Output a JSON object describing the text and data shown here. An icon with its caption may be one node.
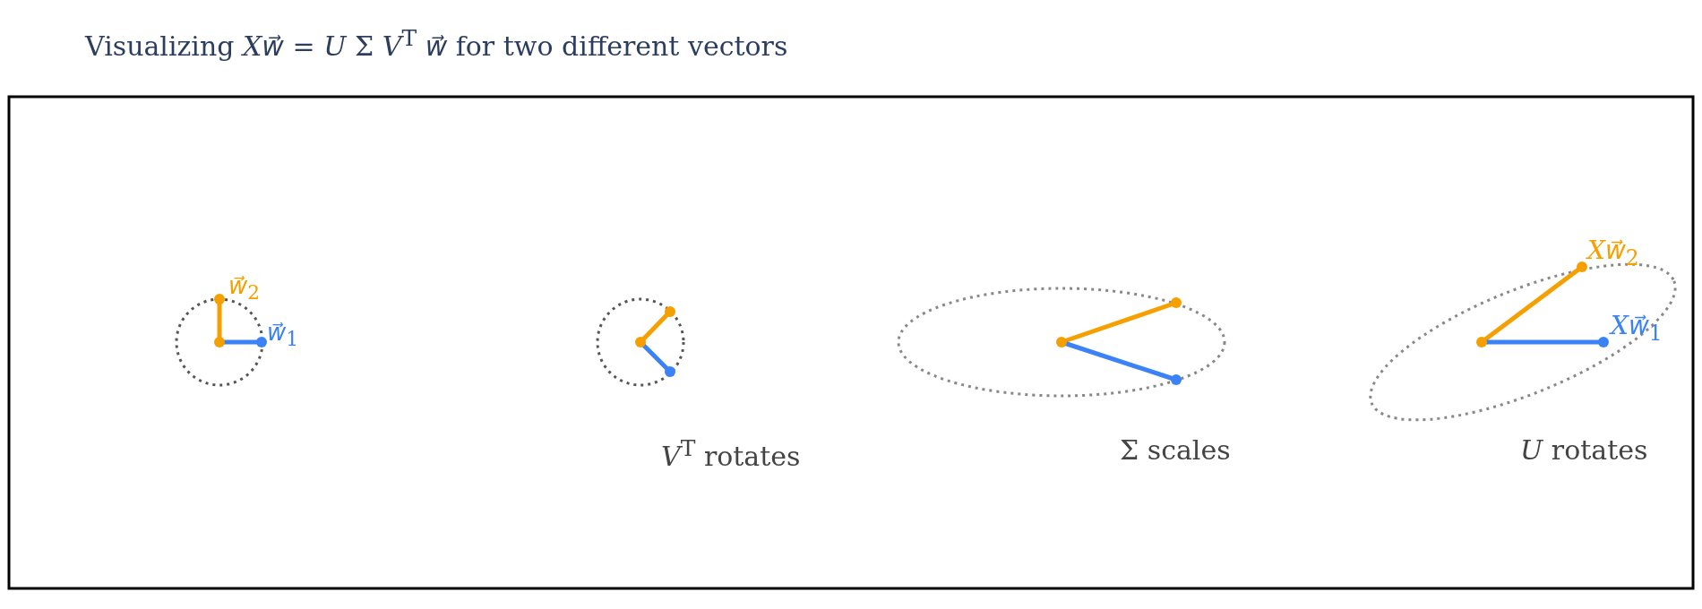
{
  "diagram": {
    "title": "Visualizing *Xw⃗* = *U* Σ *V*$^{T}$ *w⃗* for two different vectors",
    "labels": [
      "*w⃗*$_{2}$",
      "*w⃗*$_{1}$",
      "*V*$^{T}$ rotates",
      "Σ scales",
      "*U* rotates",
      "*Xw⃗*$_{2}$",
      "*Xw⃗*$_{1}$"
    ]
  }
}
